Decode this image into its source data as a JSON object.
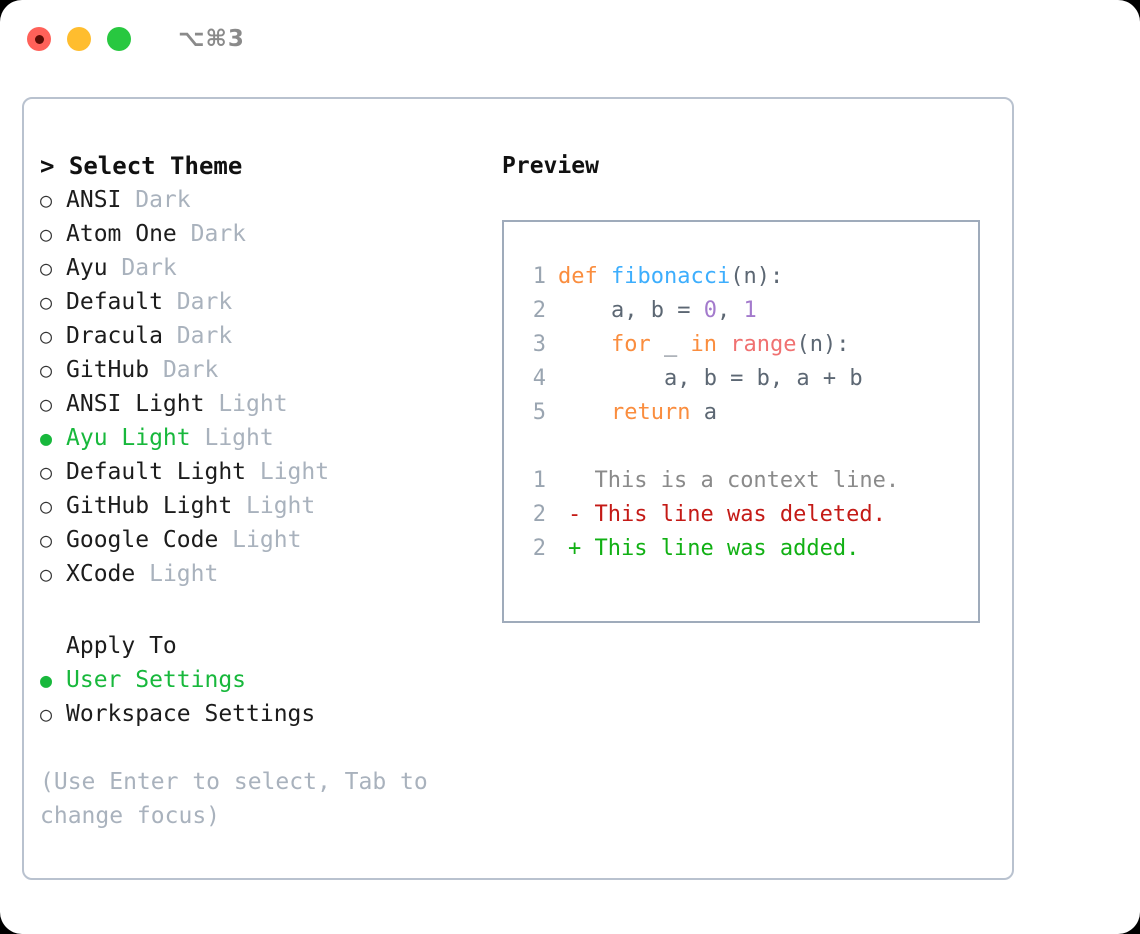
{
  "window": {
    "shortcut": "⌥⌘3",
    "traffic_lights": [
      {
        "name": "close",
        "color": "#ff6159"
      },
      {
        "name": "minimize",
        "color": "#ffbd2e"
      },
      {
        "name": "maximize",
        "color": "#28c840"
      }
    ]
  },
  "theme_picker": {
    "title": "> Select Theme",
    "items": [
      {
        "bullet": "○",
        "label": "ANSI",
        "kind": "Dark",
        "selected": false
      },
      {
        "bullet": "○",
        "label": "Atom One",
        "kind": "Dark",
        "selected": false
      },
      {
        "bullet": "○",
        "label": "Ayu",
        "kind": "Dark",
        "selected": false
      },
      {
        "bullet": "○",
        "label": "Default",
        "kind": "Dark",
        "selected": false
      },
      {
        "bullet": "○",
        "label": "Dracula",
        "kind": "Dark",
        "selected": false
      },
      {
        "bullet": "○",
        "label": "GitHub",
        "kind": "Dark",
        "selected": false
      },
      {
        "bullet": "○",
        "label": "ANSI Light",
        "kind": "Light",
        "selected": false
      },
      {
        "bullet": "●",
        "label": "Ayu Light",
        "kind": "Light",
        "selected": true
      },
      {
        "bullet": "○",
        "label": "Default Light",
        "kind": "Light",
        "selected": false
      },
      {
        "bullet": "○",
        "label": "GitHub Light",
        "kind": "Light",
        "selected": false
      },
      {
        "bullet": "○",
        "label": "Google Code",
        "kind": "Light",
        "selected": false
      },
      {
        "bullet": "○",
        "label": "XCode",
        "kind": "Light",
        "selected": false
      }
    ]
  },
  "apply_to": {
    "heading": "Apply To",
    "items": [
      {
        "bullet": "●",
        "label": "User Settings",
        "selected": true
      },
      {
        "bullet": "○",
        "label": "Workspace Settings",
        "selected": false
      }
    ]
  },
  "hint": "(Use Enter to select, Tab to change focus)",
  "preview": {
    "title": "Preview",
    "code_lines": [
      {
        "lineno": "1",
        "tokens": [
          {
            "text": "def ",
            "cls": "tok-kw"
          },
          {
            "text": "fibonacci",
            "cls": "tok-fn"
          },
          {
            "text": "(n):",
            "cls": "tok-punct"
          }
        ]
      },
      {
        "lineno": "2",
        "tokens": [
          {
            "text": "    a, b = ",
            "cls": "tok-var"
          },
          {
            "text": "0",
            "cls": "tok-num"
          },
          {
            "text": ", ",
            "cls": "tok-punct"
          },
          {
            "text": "1",
            "cls": "tok-num"
          }
        ]
      },
      {
        "lineno": "3",
        "tokens": [
          {
            "text": "    for ",
            "cls": "tok-kw"
          },
          {
            "text": "_ ",
            "cls": "tok-var"
          },
          {
            "text": "in ",
            "cls": "tok-kw"
          },
          {
            "text": "range",
            "cls": "tok-call"
          },
          {
            "text": "(n):",
            "cls": "tok-punct"
          }
        ]
      },
      {
        "lineno": "4",
        "tokens": [
          {
            "text": "        a, b = b, a + b",
            "cls": "tok-var"
          }
        ]
      },
      {
        "lineno": "5",
        "tokens": [
          {
            "text": "    return ",
            "cls": "tok-kw"
          },
          {
            "text": "a",
            "cls": "tok-var"
          }
        ]
      }
    ],
    "diff_lines": [
      {
        "lineno": "1",
        "marker": " ",
        "text": " This is a context line.",
        "cls": "diff-ctx"
      },
      {
        "lineno": "2",
        "marker": "-",
        "text": " This line was deleted.",
        "cls": "diff-del"
      },
      {
        "lineno": "2",
        "marker": "+",
        "text": " This line was added.",
        "cls": "diff-add"
      }
    ]
  },
  "colors": {
    "accent_green": "#18b83c",
    "muted": "#a9b2bd",
    "panel_border": "#b9c2cf",
    "preview_border": "#9fabbb",
    "kw_orange": "#fa8d3e",
    "fn_blue": "#3daefd",
    "num_purple": "#a37acc",
    "call_red": "#f07171",
    "diff_del_red": "#c41a16",
    "diff_add_green": "#11b014"
  }
}
